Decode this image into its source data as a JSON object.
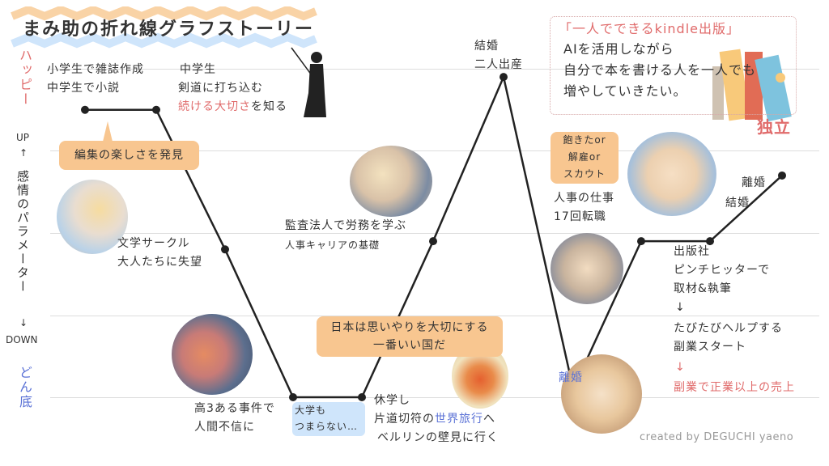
{
  "title": "まみ助の折れ線グラフストーリー",
  "axis": {
    "happy": "ハッピー",
    "up": "UP",
    "up_arrow": "↑",
    "param": "感情のパラメーター",
    "down_arrow": "↓",
    "down": "DOWN",
    "bottom": "どん底"
  },
  "events": {
    "e1": [
      "小学生で雑誌作成",
      "中学生で小説"
    ],
    "e2": [
      "中学生",
      "剣道に打ち込む"
    ],
    "e2_red": "続ける大切さ",
    "e2_tail": "を知る",
    "bubble1": "編集の楽しさを発見",
    "e3": [
      "文学サークル",
      "大人たちに失望"
    ],
    "e4": [
      "高3ある事件で",
      "人間不信に"
    ],
    "univ": [
      "大学も",
      "つまらない…"
    ],
    "bubble2": [
      "日本は思いやりを大切にする",
      "一番いい国だ"
    ],
    "e5_1": "休学し",
    "e5_2a": "片道切符の",
    "e5_2b": "世界旅行",
    "e5_2c": "へ",
    "e5_3": "ベルリンの壁見に行く",
    "e6": [
      "監査法人で労務を学ぶ",
      "人事キャリアの基礎"
    ],
    "e7": [
      "結婚",
      "二人出産"
    ],
    "job_box": [
      "飽きたor",
      "解雇or",
      "スカウト"
    ],
    "e8": [
      "人事の仕事",
      "17回転職"
    ],
    "divorce1": "離婚",
    "e9": [
      "出版社",
      "ピンチヒッターで",
      "取材&執筆",
      "↓",
      "たびたびヘルプする",
      "副業スタート"
    ],
    "e9_arrow": "↓",
    "e9_red": "副業で正業以上の売上",
    "e10": [
      "離婚",
      "結婚"
    ],
    "independent": "独立",
    "goal": {
      "headline": "「一人でできるkindle出版」",
      "lines": [
        "AIを活用しながら",
        "自分で本を書ける人を一人でも",
        "増やしていきたい。"
      ]
    },
    "credit": "created by DEGUCHI yaeno"
  },
  "chart_data": {
    "type": "line",
    "ylabel": "感情のパラメーター",
    "points": [
      4,
      4,
      2.3,
      0.5,
      0.5,
      2.4,
      4.4,
      0.6,
      2.4,
      2.4,
      3.2
    ]
  },
  "colors": {
    "accent_orange": "#f8c690",
    "accent_red": "#e06b6b",
    "accent_blue": "#5b72d6",
    "light_blue": "#cfe5fb"
  }
}
